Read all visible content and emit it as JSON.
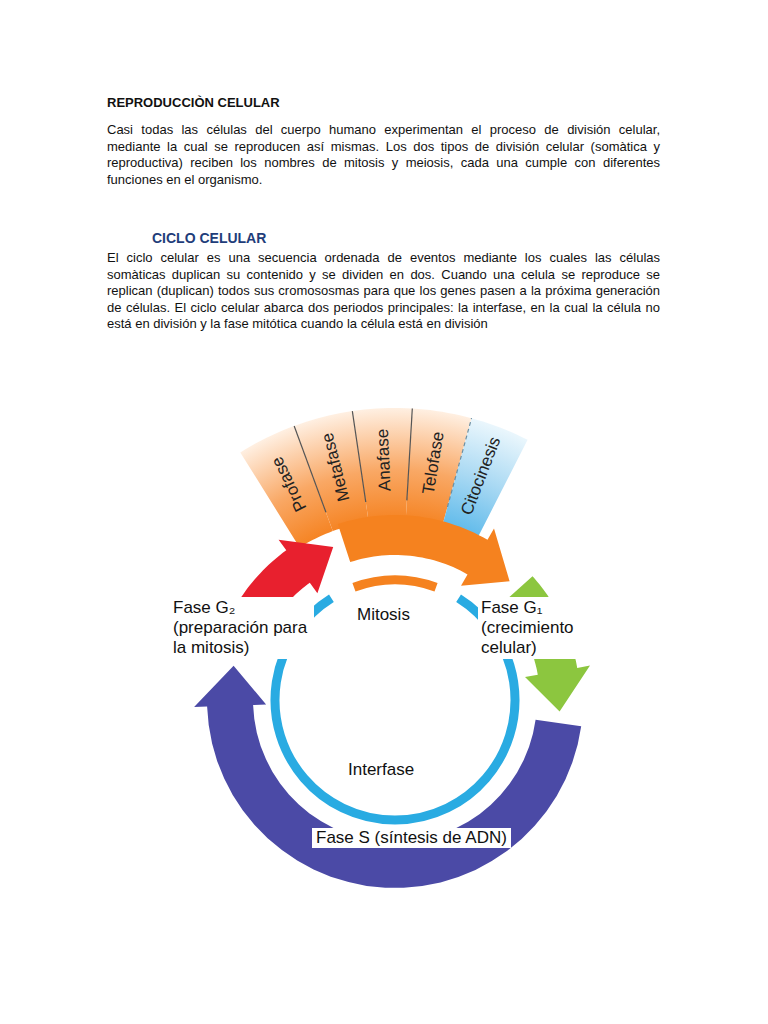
{
  "diagram": {
    "title": "REPRODUCCIÒN CELULAR",
    "nodes": [
      {
        "text": [
          "Profase"
        ]
      },
      {
        "text": [
          "Metafase"
        ]
      },
      {
        "text": [
          "Anafase"
        ]
      },
      {
        "text": [
          "Telofase"
        ]
      },
      {
        "text": [
          "Citocinesis"
        ]
      }
    ],
    "labels": [
      "Casi todas las células del cuerpo humano experimentan el proceso de división celular, mediante la cual se reproducen así mismas. Los dos tipos de división celular (somàtica y reproductiva) reciben los nombres de mitosis y meiosis, cada una cumple con diferentes funciones en el organismo.",
      "CICLO CELULAR",
      "El ciclo celular es una secuencia ordenada de eventos mediante los cuales las células somàticas duplican su contenido y se dividen en dos. Cuando una celula se reproduce se replican (duplican) todos sus cromososmas para que los genes pasen a la próxima generación de células. El ciclo celular abarca dos periodos principales: la interfase, en la cual la célula no está en división y la fase mitótica cuando la célula está en división",
      "Fase G₂ (preparación para la mitosis)",
      "Mitosis",
      "Fase G₁ (crecimiento celular)",
      "Interfase",
      "Fase S (síntesis de ADN)"
    ]
  }
}
